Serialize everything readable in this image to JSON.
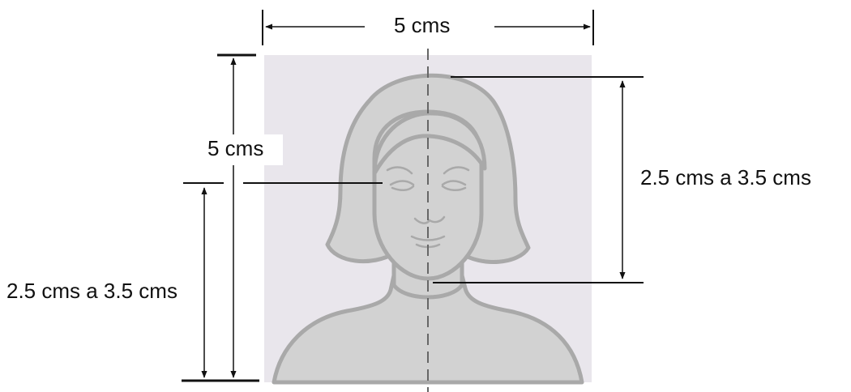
{
  "labels": {
    "photo_width": "5 cms",
    "photo_height": "5 cms",
    "head_height": "2.5 cms a 3.5 cms",
    "eye_height": "2.5 cms a 3.5 cms"
  },
  "colors": {
    "photo_background": "#e9e6ec",
    "silhouette_fill": "#d2d2d2",
    "silhouette_stroke": "#a9a9a9",
    "dimension_line": "#111111",
    "center_line": "#666666"
  }
}
